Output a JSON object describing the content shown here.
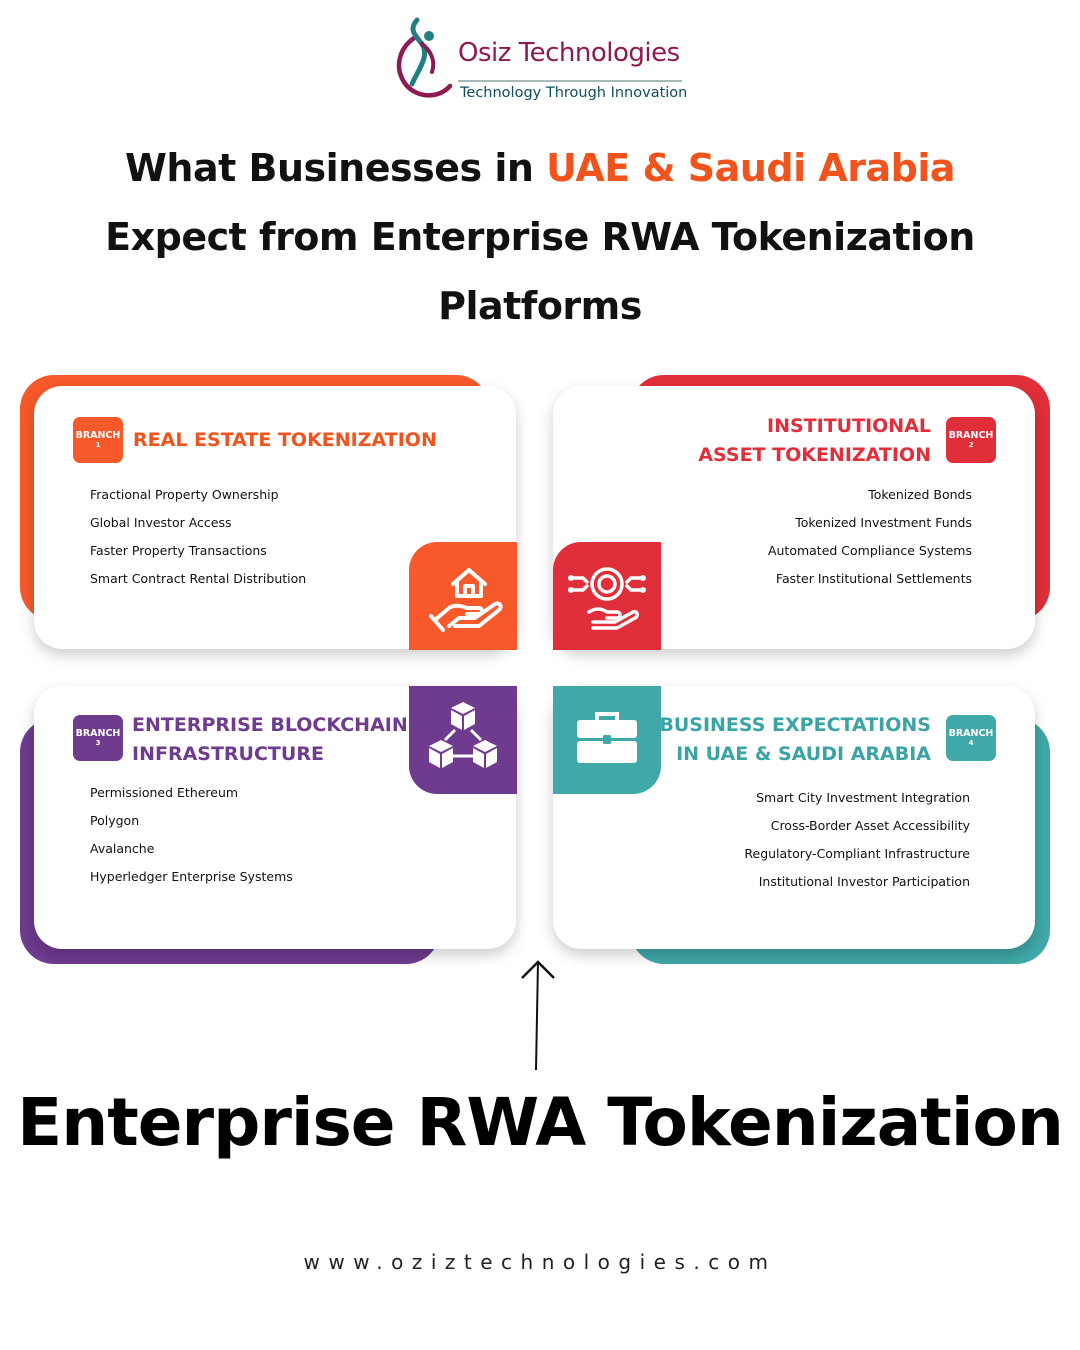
{
  "brand": {
    "name": "Osiz Technologies",
    "tagline": "Technology Through Innovation"
  },
  "title": {
    "line1_pre": "What Businesses in ",
    "line1_accent": "UAE & Saudi Arabia",
    "line2": "Expect from Enterprise RWA Tokenization",
    "line3": "Platforms"
  },
  "branches": [
    {
      "badge": "BRANCH",
      "number": "1",
      "title_lines": [
        "REAL ESTATE TOKENIZATION"
      ],
      "icon": "house-in-hand-icon",
      "color": "#f7592a",
      "items": [
        "Fractional Property Ownership",
        "Global Investor Access",
        "Faster Property Transactions",
        "Smart Contract Rental Distribution"
      ]
    },
    {
      "badge": "BRANCH",
      "number": "2",
      "title_lines": [
        "INSTITUTIONAL",
        "ASSET TOKENIZATION"
      ],
      "icon": "coin-in-hand-icon",
      "color": "#e02f3a",
      "items": [
        "Tokenized Bonds",
        "Tokenized Investment Funds",
        "Automated Compliance Systems",
        "Faster Institutional Settlements"
      ]
    },
    {
      "badge": "BRANCH",
      "number": "3",
      "title_lines": [
        "ENTERPRISE BLOCKCHAIN",
        "INFRASTRUCTURE"
      ],
      "icon": "blockchain-cubes-icon",
      "color": "#6e3b8f",
      "items": [
        "Permissioned Ethereum",
        "Polygon",
        "Avalanche",
        "Hyperledger Enterprise Systems"
      ]
    },
    {
      "badge": "BRANCH",
      "number": "4",
      "title_lines": [
        "BUSINESS EXPECTATIONS",
        "IN UAE & SAUDI ARABIA"
      ],
      "icon": "briefcase-icon",
      "color": "#40a8a8",
      "items": [
        "Smart City Investment Integration",
        "Cross-Border Asset Accessibility",
        "Regulatory-Compliant Infrastructure",
        "Institutional Investor Participation"
      ]
    }
  ],
  "center_label": "Enterprise RWA Tokenization",
  "website": "www.oziztechnologies.com"
}
